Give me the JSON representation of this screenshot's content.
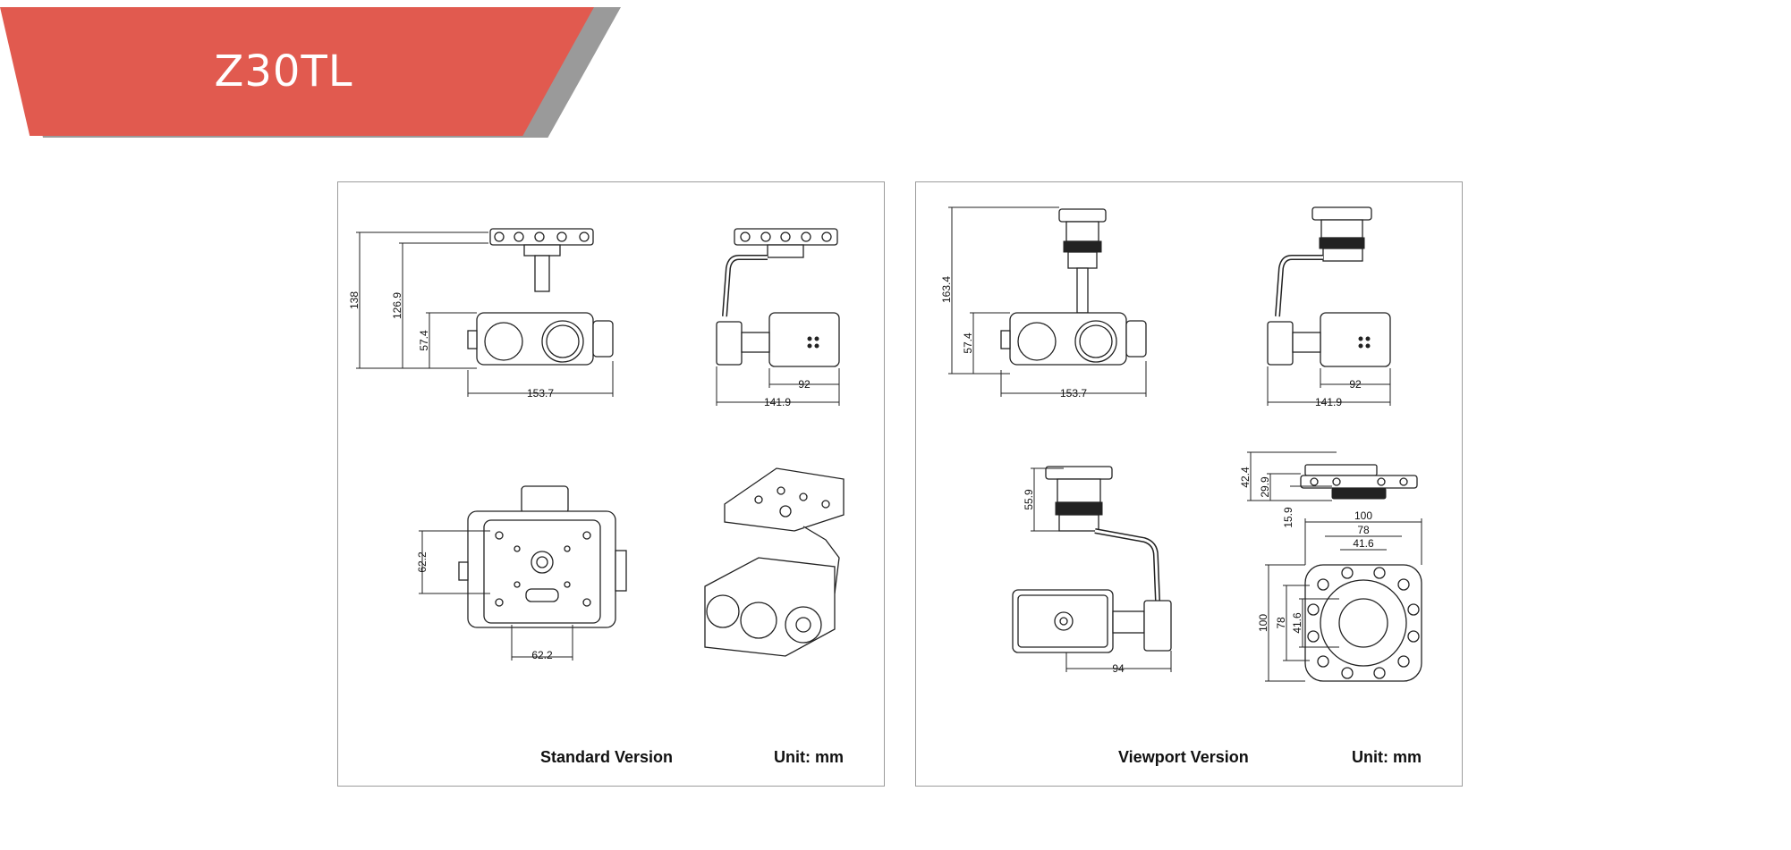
{
  "banner": {
    "title": "Z30TL",
    "color": "#e15a4f"
  },
  "panels": [
    {
      "caption": "Standard Version",
      "unit": "Unit: mm",
      "dimensions": {
        "front_height_total": "138",
        "front_height_mount": "126.9",
        "front_height_body": "57.4",
        "front_width": "153.7",
        "side_depth_body": "92",
        "side_depth_total": "141.9",
        "back_height": "62.2",
        "back_width": "62.2"
      }
    },
    {
      "caption": "Viewport Version",
      "unit": "Unit: mm",
      "dimensions": {
        "front_height_total": "163.4",
        "front_height_body": "57.4",
        "front_width": "153.7",
        "side_depth_body": "92",
        "side_depth_total": "141.9",
        "top_height": "55.9",
        "top_depth": "94",
        "plate_h_total": "42.4",
        "plate_h_mid": "29.9",
        "plate_h_low": "15.9",
        "plate_w_outer": "100",
        "plate_w_mid": "78",
        "plate_w_inner": "41.6",
        "plate_v_outer": "100",
        "plate_v_mid": "78",
        "plate_v_inner": "41.6"
      }
    }
  ]
}
